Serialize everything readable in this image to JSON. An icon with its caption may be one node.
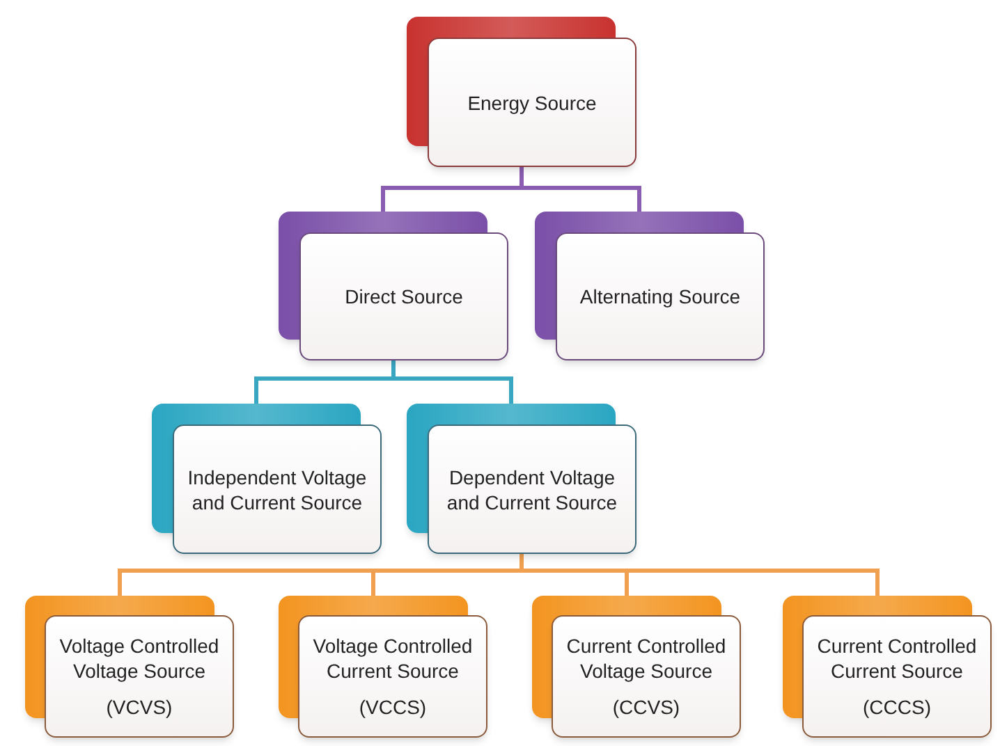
{
  "diagram": {
    "nodes": [
      {
        "text": [
          "Energy Source"
        ]
      },
      {
        "text": [
          "Direct Source"
        ]
      },
      {
        "text": [
          "Alternating Source"
        ]
      },
      {
        "text": [
          "Independent Voltage and Current Source"
        ]
      },
      {
        "text": [
          "Dependent Voltage and Current Source"
        ]
      },
      {
        "text": [
          "Voltage Controlled Voltage Source",
          "(VCVS)"
        ]
      },
      {
        "text": [
          "Voltage Controlled Current Source",
          "(VCCS)"
        ]
      },
      {
        "text": [
          "Current Controlled Voltage Source",
          "(CCVS)"
        ]
      },
      {
        "text": [
          "Current Controlled Current Source",
          "(CCCS)"
        ]
      }
    ],
    "edges": [
      {
        "from": 0,
        "to": 1,
        "arrow": "none",
        "color": "#8a5db0"
      },
      {
        "from": 0,
        "to": 2,
        "arrow": "none",
        "color": "#8a5db0"
      },
      {
        "from": 1,
        "to": 3,
        "arrow": "none",
        "color": "#3aa7c2"
      },
      {
        "from": 1,
        "to": 4,
        "arrow": "none",
        "color": "#3aa7c2"
      },
      {
        "from": 4,
        "to": 5,
        "arrow": "none",
        "color": "#f0a050"
      },
      {
        "from": 4,
        "to": 6,
        "arrow": "none",
        "color": "#f0a050"
      },
      {
        "from": 4,
        "to": 7,
        "arrow": "none",
        "color": "#f0a050"
      },
      {
        "from": 4,
        "to": 8,
        "arrow": "none",
        "color": "#f0a050"
      }
    ]
  }
}
